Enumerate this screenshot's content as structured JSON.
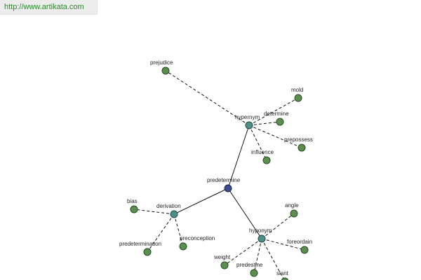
{
  "banner": {
    "url": "http://www.artikata.com"
  },
  "graph": {
    "root": "predetermine",
    "relations": [
      "hypernym",
      "derivation",
      "hyponym"
    ],
    "nodes": [
      {
        "id": "predetermine",
        "label": "predetermine",
        "kind": "root"
      },
      {
        "id": "hypernym",
        "label": "hypernym",
        "kind": "relation"
      },
      {
        "id": "derivation",
        "label": "derivation",
        "kind": "relation"
      },
      {
        "id": "hyponym",
        "label": "hyponym",
        "kind": "relation"
      },
      {
        "id": "prejudice",
        "label": "prejudice",
        "kind": "word"
      },
      {
        "id": "mold",
        "label": "mold",
        "kind": "word"
      },
      {
        "id": "determine",
        "label": "determine",
        "kind": "word"
      },
      {
        "id": "prepossess",
        "label": "prepossess",
        "kind": "word"
      },
      {
        "id": "influence",
        "label": "influence",
        "kind": "word"
      },
      {
        "id": "bias",
        "label": "bias",
        "kind": "word"
      },
      {
        "id": "predetermination",
        "label": "predetermination",
        "kind": "word"
      },
      {
        "id": "preconception",
        "label": "preconception",
        "kind": "word"
      },
      {
        "id": "angle",
        "label": "angle",
        "kind": "word"
      },
      {
        "id": "foreordain",
        "label": "foreordain",
        "kind": "word"
      },
      {
        "id": "weight",
        "label": "weight",
        "kind": "word"
      },
      {
        "id": "predestine",
        "label": "predestine",
        "kind": "word"
      },
      {
        "id": "slant",
        "label": "slant",
        "kind": "word"
      }
    ],
    "edges": [
      {
        "from": "predetermine",
        "to": "hypernym",
        "style": "solid"
      },
      {
        "from": "predetermine",
        "to": "derivation",
        "style": "solid"
      },
      {
        "from": "predetermine",
        "to": "hyponym",
        "style": "solid"
      },
      {
        "from": "hypernym",
        "to": "prejudice",
        "style": "dashed"
      },
      {
        "from": "hypernym",
        "to": "mold",
        "style": "dashed"
      },
      {
        "from": "hypernym",
        "to": "determine",
        "style": "dashed"
      },
      {
        "from": "hypernym",
        "to": "prepossess",
        "style": "dashed"
      },
      {
        "from": "hypernym",
        "to": "influence",
        "style": "dashed"
      },
      {
        "from": "derivation",
        "to": "bias",
        "style": "dashed"
      },
      {
        "from": "derivation",
        "to": "predetermination",
        "style": "dashed"
      },
      {
        "from": "derivation",
        "to": "preconception",
        "style": "dashed"
      },
      {
        "from": "hyponym",
        "to": "angle",
        "style": "dashed"
      },
      {
        "from": "hyponym",
        "to": "foreordain",
        "style": "dashed"
      },
      {
        "from": "hyponym",
        "to": "weight",
        "style": "dashed"
      },
      {
        "from": "hyponym",
        "to": "predestine",
        "style": "dashed"
      },
      {
        "from": "hyponym",
        "to": "slant",
        "style": "dashed"
      }
    ]
  }
}
